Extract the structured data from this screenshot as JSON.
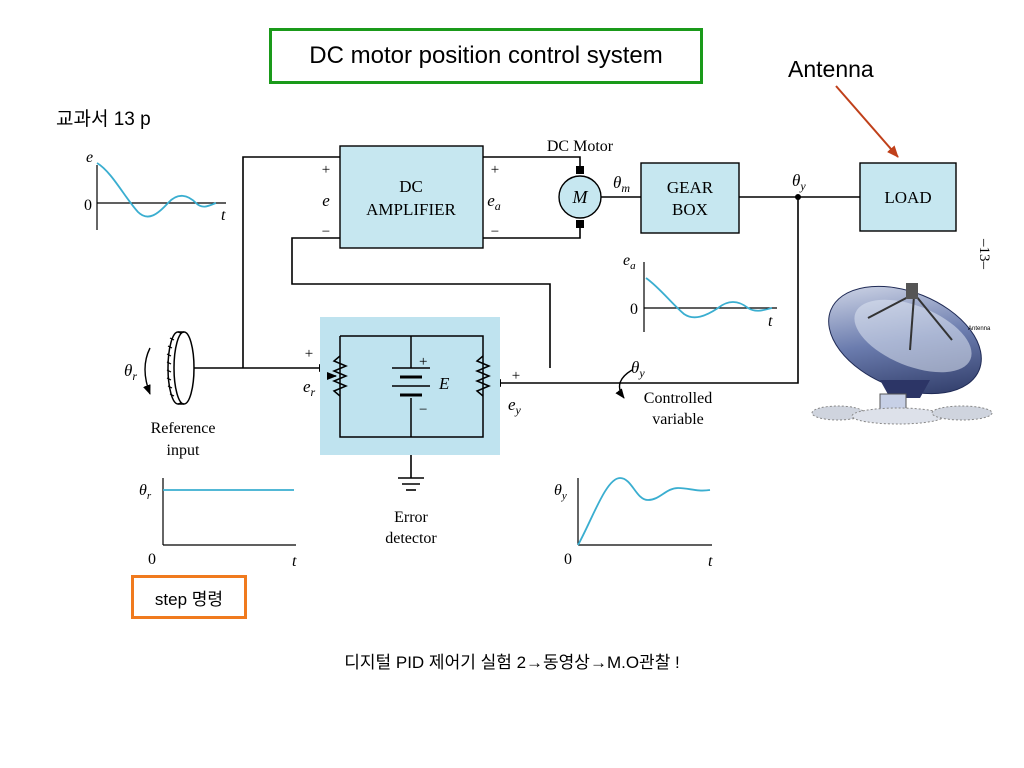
{
  "header": {
    "title": "DC motor position control system",
    "antenna_label": "Antenna",
    "textbook_ref": "교과서 13 p"
  },
  "blocks": {
    "dc_amplifier_line1": "DC",
    "dc_amplifier_line2": "AMPLIFIER",
    "dc_motor_label": "DC Motor",
    "motor_symbol": "M",
    "gear_box_line1": "GEAR",
    "gear_box_line2": "BOX",
    "load": "LOAD"
  },
  "signals": {
    "e": "e",
    "ea": "e",
    "ea_sub": "a",
    "theta_m": "θ",
    "theta_m_sub": "m",
    "theta_y": "θ",
    "theta_y_sub": "y",
    "theta_r": "θ",
    "theta_r_sub": "r",
    "er": "e",
    "er_sub": "r",
    "ey": "e",
    "ey_sub": "y",
    "E": "E",
    "plus": "+",
    "minus": "−"
  },
  "labels": {
    "reference_input_1": "Reference",
    "reference_input_2": "input",
    "controlled_variable_1": "Controlled",
    "controlled_variable_2": "variable",
    "error_detector_1": "Error",
    "error_detector_2": "detector",
    "page_number": "–13–",
    "antenna_image_caption": "Antenna"
  },
  "plots": {
    "zero": "0",
    "t": "t"
  },
  "step_label": "step 명령",
  "footer": "디지털 PID 제어기 실험 2→동영상→M.O관찰 !",
  "colors": {
    "title_border": "#1a9a1a",
    "step_border": "#f07a1e",
    "block_fill": "#c6e7f0",
    "detector_fill": "#bfe3ef",
    "curve": "#3aaed0",
    "antenna_arrow": "#c0401a"
  }
}
